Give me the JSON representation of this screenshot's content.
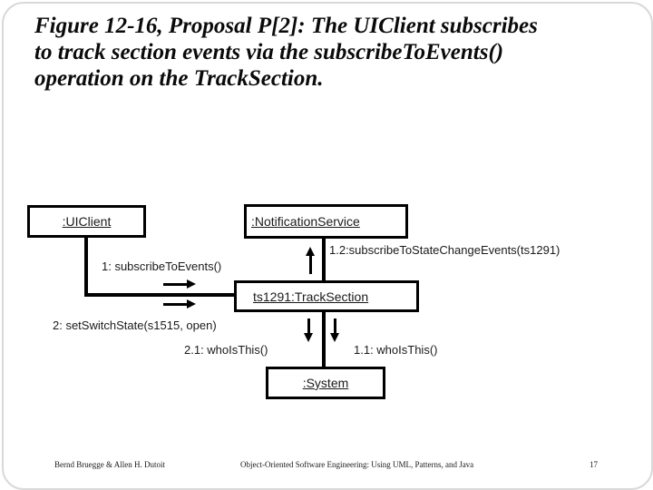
{
  "slide": {
    "title_lines": [
      "Figure 12-16, Proposal P[2]: The UIClient subscribes",
      "to track section events via the subscribeToEvents()",
      "operation on the TrackSection."
    ],
    "footer": {
      "author": "Bernd Bruegge & Allen H. Dutoit",
      "book": "Object-Oriented Software Engineering: Using UML, Patterns, and Java",
      "page": "17"
    }
  },
  "diagram": {
    "type": "uml-communication-diagram",
    "objects": [
      {
        "id": "uiclient",
        "label": ":UIClient"
      },
      {
        "id": "notification-service",
        "label": ":NotificationService"
      },
      {
        "id": "track-section",
        "label": "ts1291:TrackSection"
      },
      {
        "id": "system",
        "label": ":System"
      }
    ],
    "messages": [
      {
        "id": "1",
        "label": "1: subscribeToEvents()",
        "from": "uiclient",
        "to": "track-section",
        "direction": "right"
      },
      {
        "id": "1.2",
        "label": "1.2:subscribeToStateChangeEvents(ts1291)",
        "from": "track-section",
        "to": "notification-service",
        "direction": "up"
      },
      {
        "id": "2",
        "label": "2: setSwitchState(s1515, open)",
        "from": "uiclient",
        "to": "track-section",
        "direction": "right"
      },
      {
        "id": "2.1",
        "label": "2.1: whoIsThis()",
        "from": "track-section",
        "to": "system",
        "direction": "down"
      },
      {
        "id": "1.1",
        "label": "1.1: whoIsThis()",
        "from": "track-section",
        "to": "system",
        "direction": "down"
      }
    ],
    "line_color": "#000000",
    "box_border_color": "#000000",
    "background": "#ffffff"
  }
}
